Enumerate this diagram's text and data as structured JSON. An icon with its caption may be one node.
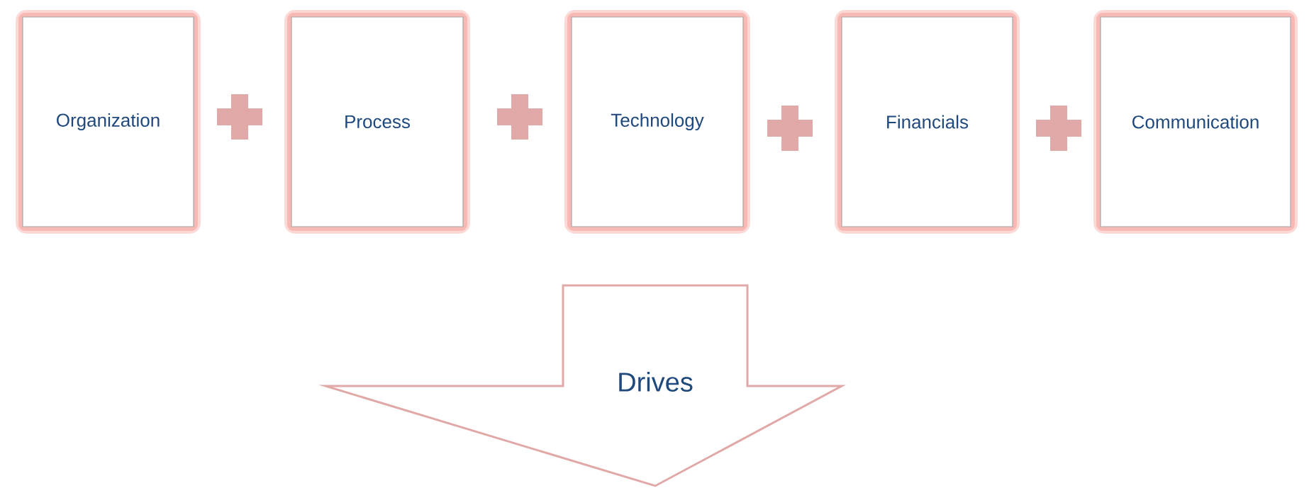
{
  "diagram": {
    "nodes": [
      {
        "text": [
          "Organization"
        ]
      },
      {
        "text": [
          "Process"
        ]
      },
      {
        "text": [
          "Technology"
        ]
      },
      {
        "text": [
          "Financials"
        ]
      },
      {
        "text": [
          "Communication"
        ]
      },
      {
        "text": [
          "Drives"
        ]
      }
    ]
  }
}
